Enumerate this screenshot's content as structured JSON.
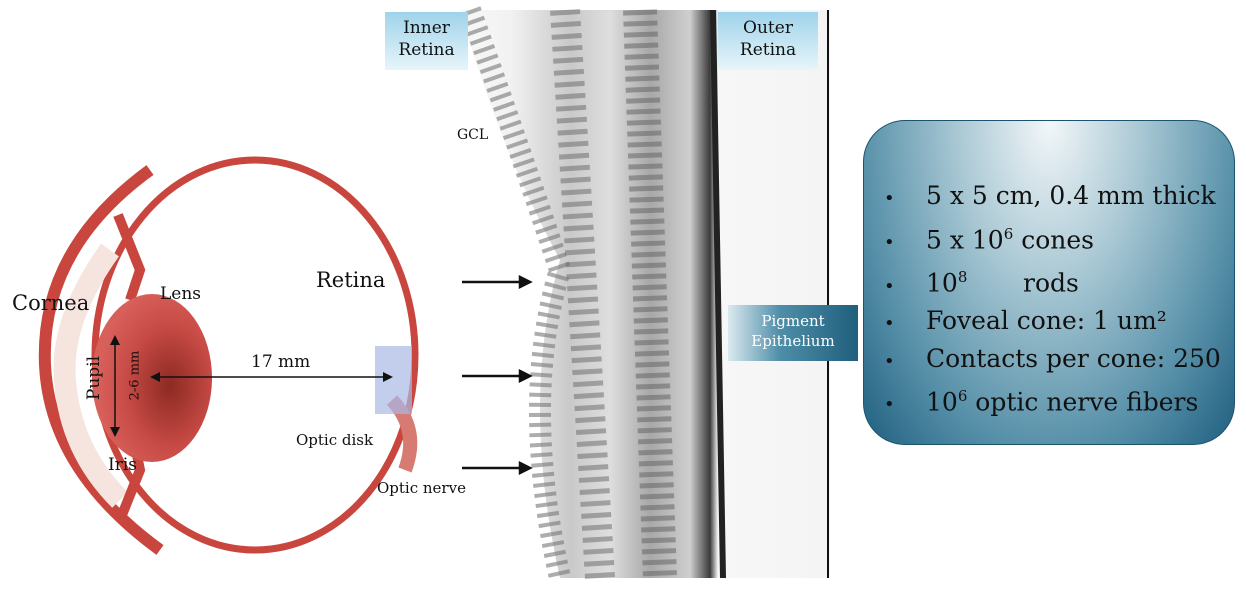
{
  "eye_labels": {
    "cornea": "Cornea",
    "lens": "Lens",
    "retina": "Retina",
    "pupil": "Pupil",
    "pupil_size": "2-6 mm",
    "eye_length": "17 mm",
    "iris": "Iris",
    "optic_disk": "Optic disk",
    "optic_nerve": "Optic nerve"
  },
  "histology_labels": {
    "inner_retina": [
      "Inner",
      "Retina"
    ],
    "outer_retina": [
      "Outer",
      "Retina"
    ],
    "gcl": "GCL",
    "pigment_epithelium": [
      "Pigment",
      "Epithelium"
    ]
  },
  "facts": [
    {
      "pre": "5 x 5 cm, 0.4 mm thick",
      "sup": "",
      "post": ""
    },
    {
      "pre": "5 x 10",
      "sup": "6",
      "post": " cones"
    },
    {
      "pre": "10",
      "sup": "8",
      "post": "       rods"
    },
    {
      "pre": "Foveal cone: 1 um²",
      "sup": "",
      "post": ""
    },
    {
      "pre": "Contacts per cone: 250",
      "sup": "",
      "post": ""
    },
    {
      "pre": "10",
      "sup": "6",
      "post": " optic nerve fibers"
    }
  ],
  "colors": {
    "tissue": "#c9463f",
    "box_dark": "#1f5f80",
    "highlight": "#a9b9e6"
  }
}
